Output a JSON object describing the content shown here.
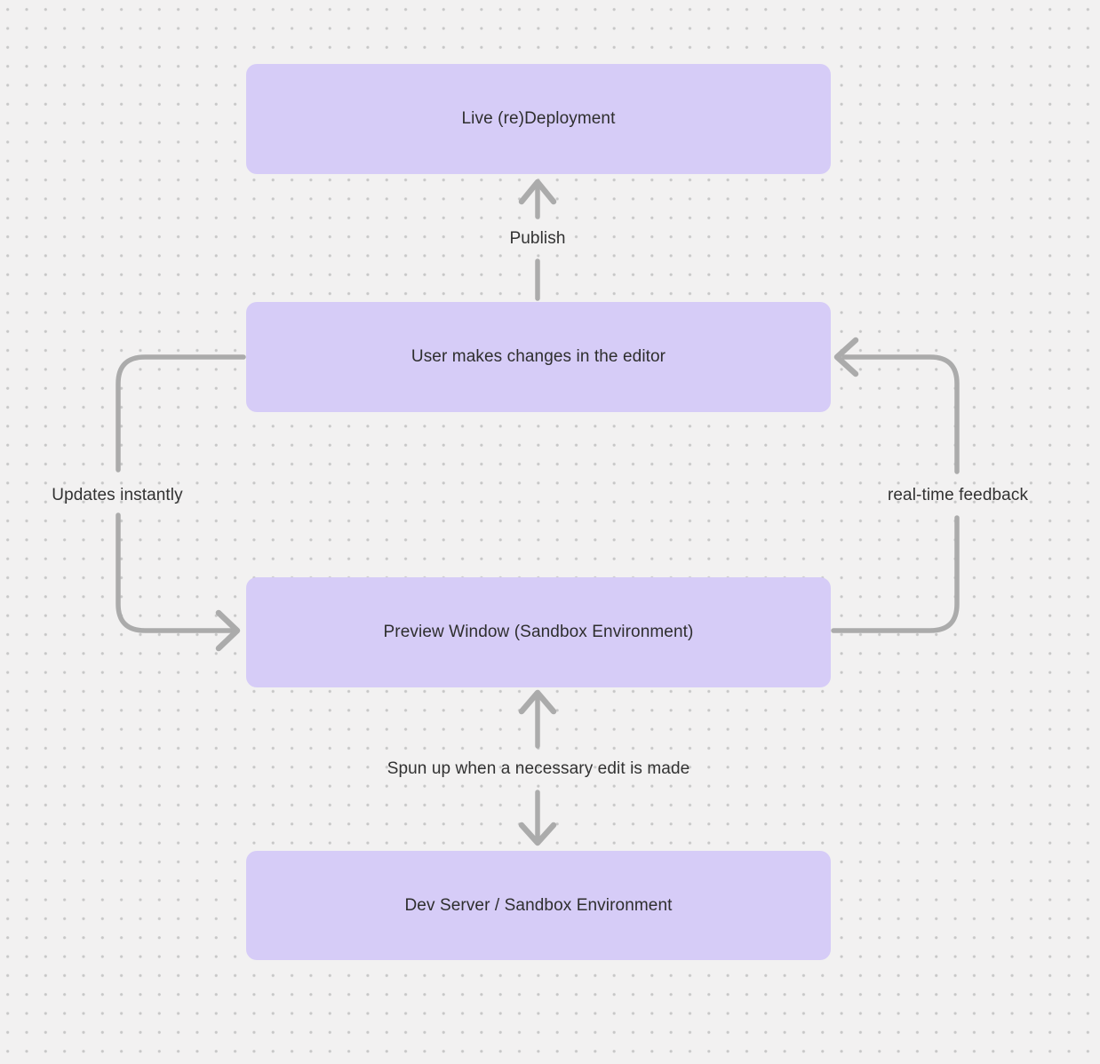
{
  "diagram": {
    "nodes": [
      {
        "id": "live-redeployment",
        "label": "Live (re)Deployment"
      },
      {
        "id": "user-editor",
        "label": "User makes changes in the editor"
      },
      {
        "id": "preview-window",
        "label": "Preview Window (Sandbox Environment)"
      },
      {
        "id": "dev-server",
        "label": "Dev Server / Sandbox Environment"
      }
    ],
    "edges": [
      {
        "from": "user-editor",
        "to": "live-redeployment",
        "label": "Publish",
        "direction": "up"
      },
      {
        "from": "user-editor",
        "to": "preview-window",
        "label": "Updates instantly",
        "direction": "left-loop-down"
      },
      {
        "from": "preview-window",
        "to": "user-editor",
        "label": "real-time feedback",
        "direction": "right-loop-up"
      },
      {
        "from": "preview-window",
        "to": "dev-server",
        "label": "Spun up when a necessary edit is made",
        "direction": "bidirectional"
      }
    ],
    "colors": {
      "background": "#f2f1f1",
      "grid_dot": "#c7c7c7",
      "node_fill": "#d6ccf7",
      "node_text": "#2e2e2e",
      "arrow": "#ababab",
      "label_text": "#323232"
    }
  }
}
